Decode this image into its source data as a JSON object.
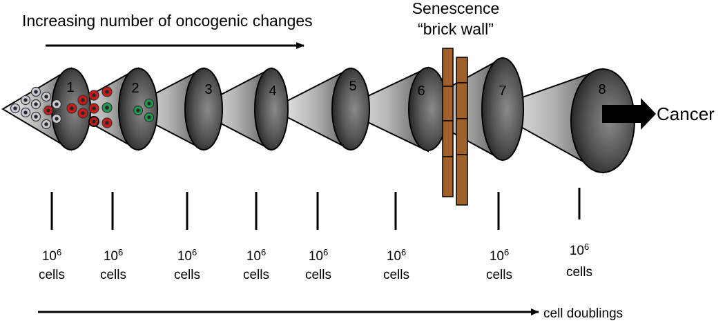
{
  "title": "Increasing number of oncogenic changes",
  "senescence": {
    "line1": "Senescence",
    "line2": "“brick wall”"
  },
  "cancer_label": "Cancer",
  "axis_label": "cell doublings",
  "cones": [
    "1",
    "2",
    "3",
    "4",
    "5",
    "6",
    "7",
    "8"
  ],
  "marker": {
    "base": "10",
    "exp": "6",
    "unit": "cells"
  },
  "colors": {
    "cone_dark": "#2e2e2e",
    "cone_light": "#f2f2f2",
    "brick": "#a0602a",
    "cell_gray": "#c9cdd6",
    "cell_red": "#d01818",
    "cell_green": "#1f9a4e"
  }
}
